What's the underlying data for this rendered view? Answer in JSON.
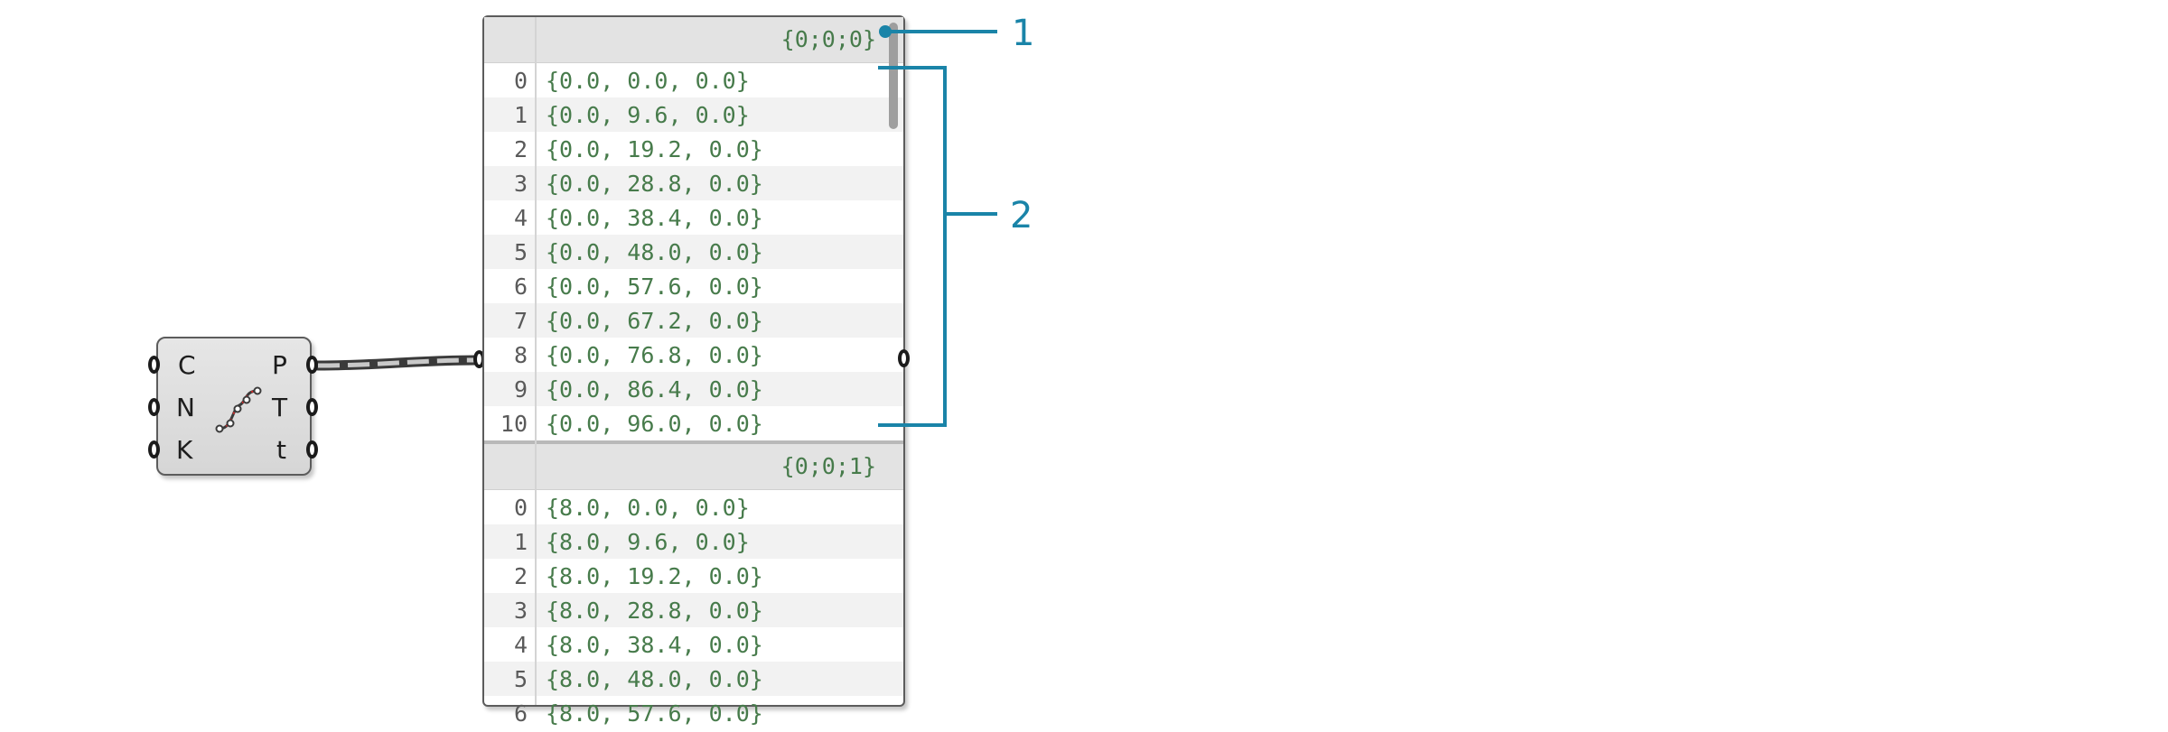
{
  "component": {
    "inputs": [
      "C",
      "N",
      "K"
    ],
    "outputs": [
      "P",
      "T",
      "t"
    ],
    "icon": "divide-curve-icon"
  },
  "panel": {
    "branches": [
      {
        "path": "{0;0;0}",
        "items": [
          {
            "index": "0",
            "value": "{0.0, 0.0, 0.0}"
          },
          {
            "index": "1",
            "value": "{0.0, 9.6, 0.0}"
          },
          {
            "index": "2",
            "value": "{0.0, 19.2, 0.0}"
          },
          {
            "index": "3",
            "value": "{0.0, 28.8, 0.0}"
          },
          {
            "index": "4",
            "value": "{0.0, 38.4, 0.0}"
          },
          {
            "index": "5",
            "value": "{0.0, 48.0, 0.0}"
          },
          {
            "index": "6",
            "value": "{0.0, 57.6, 0.0}"
          },
          {
            "index": "7",
            "value": "{0.0, 67.2, 0.0}"
          },
          {
            "index": "8",
            "value": "{0.0, 76.8, 0.0}"
          },
          {
            "index": "9",
            "value": "{0.0, 86.4, 0.0}"
          },
          {
            "index": "10",
            "value": "{0.0, 96.0, 0.0}"
          }
        ]
      },
      {
        "path": "{0;0;1}",
        "items": [
          {
            "index": "0",
            "value": "{8.0, 0.0, 0.0}"
          },
          {
            "index": "1",
            "value": "{8.0, 9.6, 0.0}"
          },
          {
            "index": "2",
            "value": "{8.0, 19.2, 0.0}"
          },
          {
            "index": "3",
            "value": "{8.0, 28.8, 0.0}"
          },
          {
            "index": "4",
            "value": "{8.0, 38.4, 0.0}"
          },
          {
            "index": "5",
            "value": "{8.0, 48.0, 0.0}"
          },
          {
            "index": "6",
            "value": "{8.0, 57.6, 0.0}"
          }
        ]
      }
    ]
  },
  "callouts": [
    {
      "number": "1"
    },
    {
      "number": "2"
    }
  ],
  "colors": {
    "callout": "#1a84a8",
    "value_text": "#477b4b",
    "header_bg": "#e3e3e3",
    "alt_row": "#f2f2f2"
  }
}
